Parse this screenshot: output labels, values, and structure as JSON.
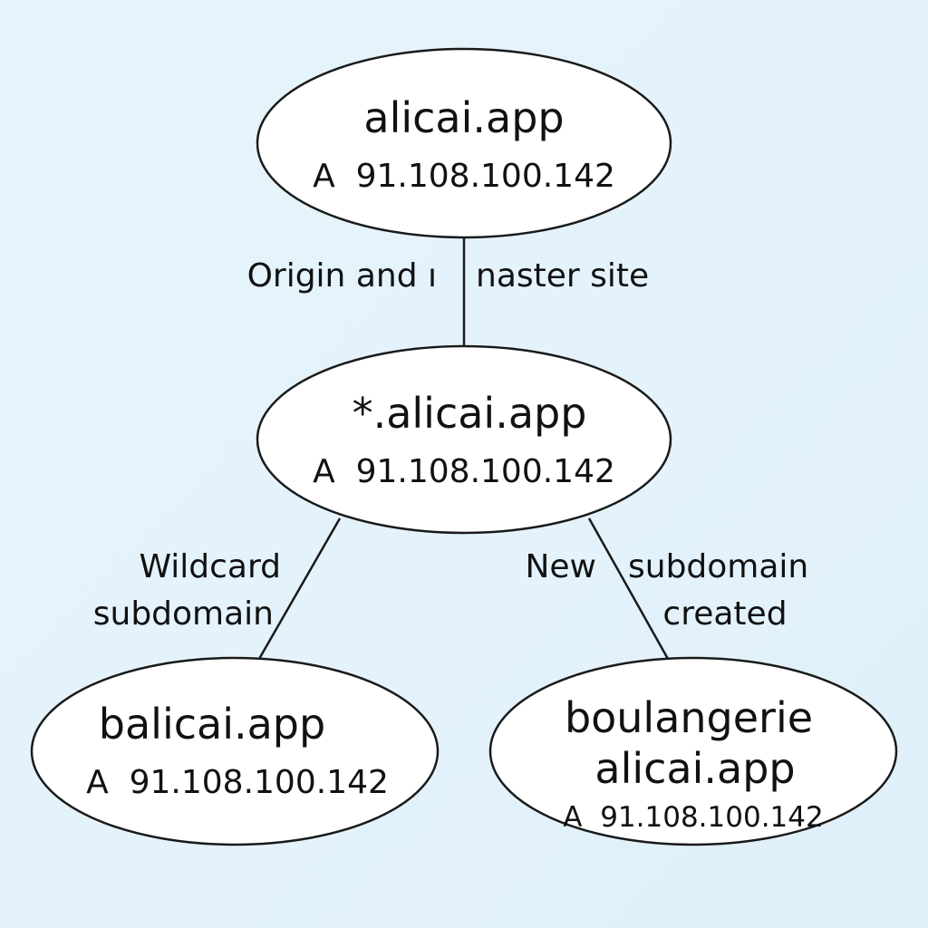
{
  "nodes": {
    "root": {
      "name": "alicai.app",
      "record": "A  91.108.100.142"
    },
    "wildcard": {
      "name": "*.alicai.app",
      "record": "A  91.108.100.142"
    },
    "balicai": {
      "name": "balicai.app",
      "record": "A  91.108.100.142"
    },
    "boulangerie": {
      "name_line1": "boulangerie",
      "name_line2": "alicai.app",
      "record": "A  91.108.100.142"
    }
  },
  "edges": {
    "root_to_wildcard": {
      "label_left": "Origin and ı",
      "label_right": "naster site"
    },
    "wildcard_to_balicai": {
      "label_line1": "Wildcard",
      "label_line2": "subdomain"
    },
    "wildcard_to_boulangerie": {
      "label_left": "New",
      "label_right_line1": "subdomain",
      "label_right_line2": "created"
    }
  },
  "colors": {
    "background": "#e4f2fb",
    "node_fill": "#ffffff",
    "stroke": "#1a1a1a",
    "text": "#111111"
  }
}
